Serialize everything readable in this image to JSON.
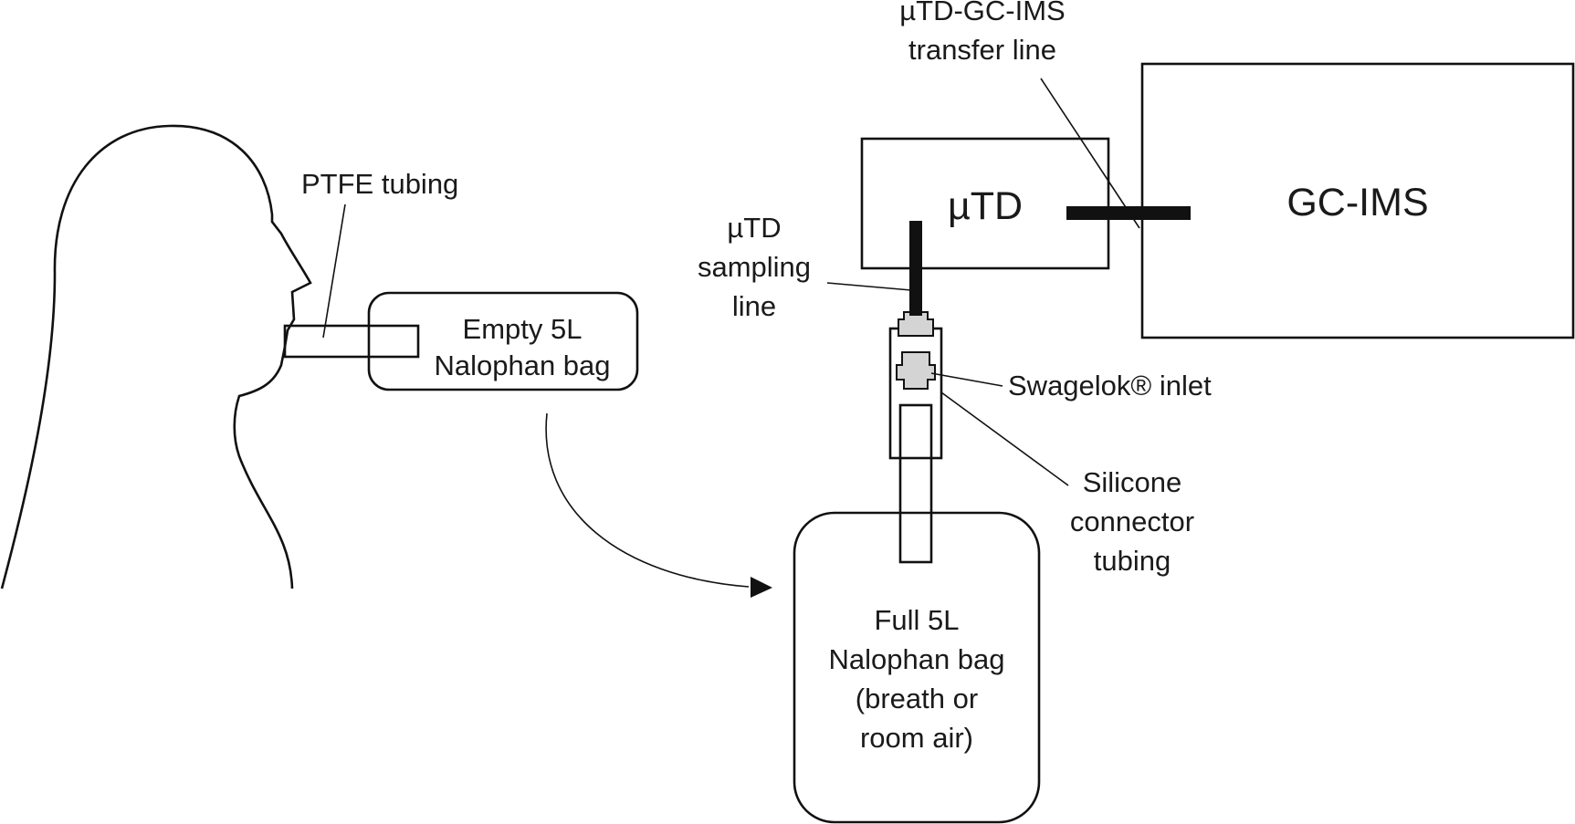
{
  "labels": {
    "ptfe_tubing": "PTFE tubing",
    "empty_bag_line1": "Empty 5L",
    "empty_bag_line2": "Nalophan bag",
    "utd_transfer_line1": "µTD-GC-IMS",
    "utd_transfer_line2": "transfer line",
    "utd": "µTD",
    "gc_ims": "GC-IMS",
    "utd_sampling_line1": "µTD",
    "utd_sampling_line2": "sampling",
    "utd_sampling_line3": "line",
    "swagelok_inlet": "Swagelok® inlet",
    "silicone_line1": "Silicone",
    "silicone_line2": "connector",
    "silicone_line3": "tubing",
    "full_bag_line1": "Full 5L",
    "full_bag_line2": "Nalophan bag",
    "full_bag_line3": "(breath or",
    "full_bag_line4": "room air)"
  },
  "colors": {
    "line": "#111111",
    "fitting_fill": "#d4d4d4",
    "background": "#ffffff"
  }
}
